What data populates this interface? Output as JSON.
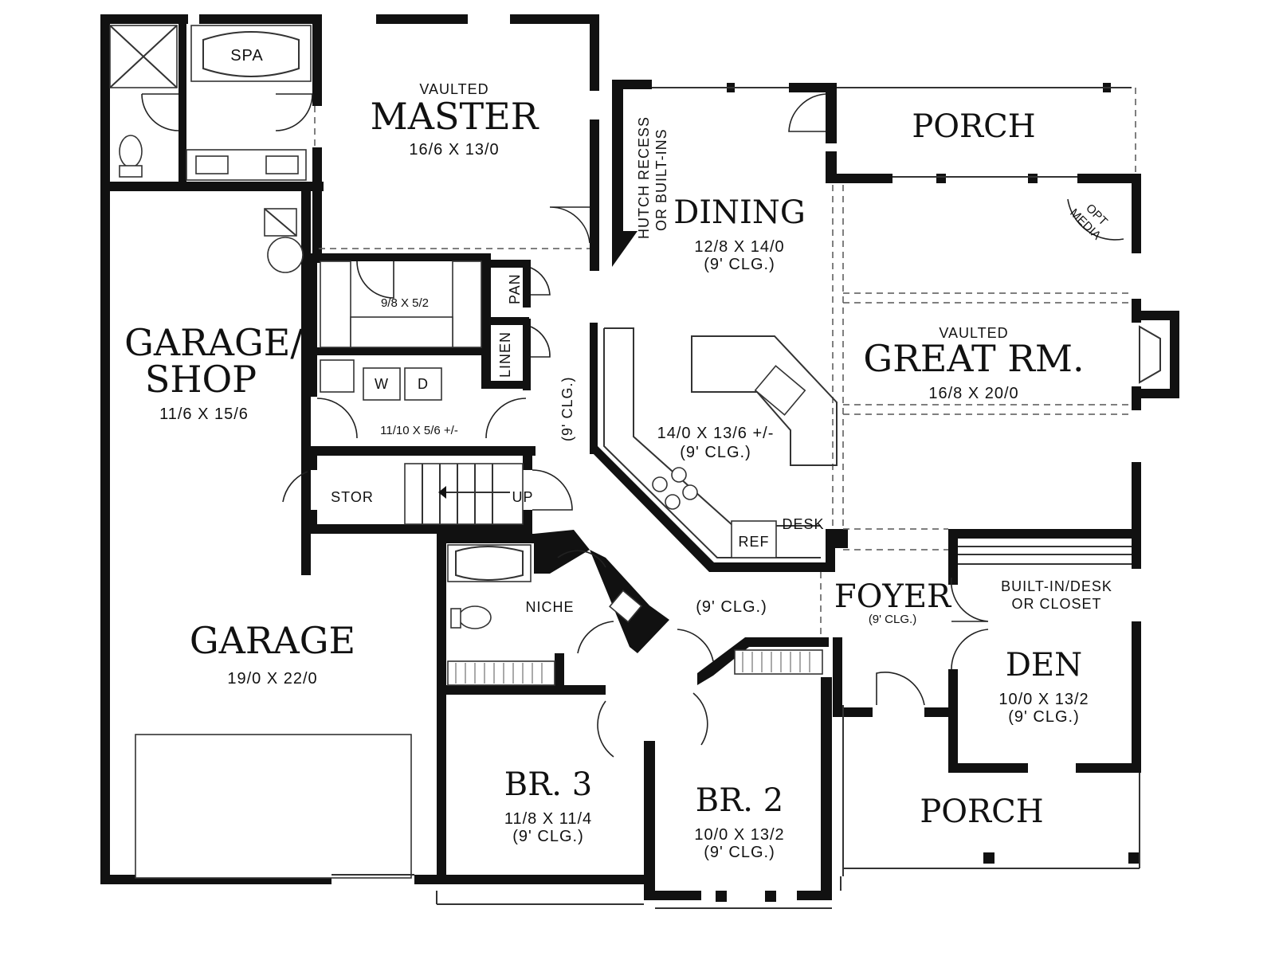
{
  "rooms": {
    "master": {
      "prefix": "VAULTED",
      "name": "MASTER",
      "dims": "16/6 X 13/0"
    },
    "spa": {
      "name": "SPA"
    },
    "porch_top": {
      "name": "PORCH"
    },
    "dining": {
      "name": "DINING",
      "dims": "12/8 X 14/0",
      "clg": "(9' CLG.)"
    },
    "hutch": {
      "line1": "HUTCH RECESS",
      "line2": "OR BUILT-INS"
    },
    "opt_media": {
      "line1": "OPT",
      "line2": "MEDIA"
    },
    "great_room": {
      "prefix": "VAULTED",
      "name": "GREAT RM.",
      "dims": "16/8 X 20/0"
    },
    "closet": {
      "dims": "9/8 X 5/2"
    },
    "pan": {
      "name": "PAN"
    },
    "linen": {
      "name": "LINEN"
    },
    "laundry": {
      "w": "W",
      "d": "D",
      "dims": "11/10 X 5/6 +/-"
    },
    "garage_shop": {
      "line1": "GARAGE/",
      "line2": "SHOP",
      "dims": "11/6 X 15/6"
    },
    "hall_clg": {
      "text": "(9' CLG.)"
    },
    "kitchen": {
      "dims": "14/0 X 13/6 +/-",
      "clg": "(9' CLG.)",
      "ref": "REF",
      "desk": "DESK"
    },
    "stor": {
      "name": "STOR"
    },
    "stairs": {
      "up": "UP"
    },
    "garage": {
      "name": "GARAGE",
      "dims": "19/0 X 22/0"
    },
    "niche": {
      "name": "NICHE"
    },
    "hall2_clg": {
      "text": "(9' CLG.)"
    },
    "foyer": {
      "name": "FOYER",
      "clg": "(9' CLG.)"
    },
    "builtin": {
      "line1": "BUILT-IN/DESK",
      "line2": "OR CLOSET"
    },
    "den": {
      "name": "DEN",
      "dims": "10/0 X 13/2",
      "clg": "(9' CLG.)"
    },
    "br3": {
      "name": "BR. 3",
      "dims": "11/8 X 11/4",
      "clg": "(9' CLG.)"
    },
    "br2": {
      "name": "BR. 2",
      "dims": "10/0 X 13/2",
      "clg": "(9' CLG.)"
    },
    "porch_bottom": {
      "name": "PORCH"
    }
  }
}
